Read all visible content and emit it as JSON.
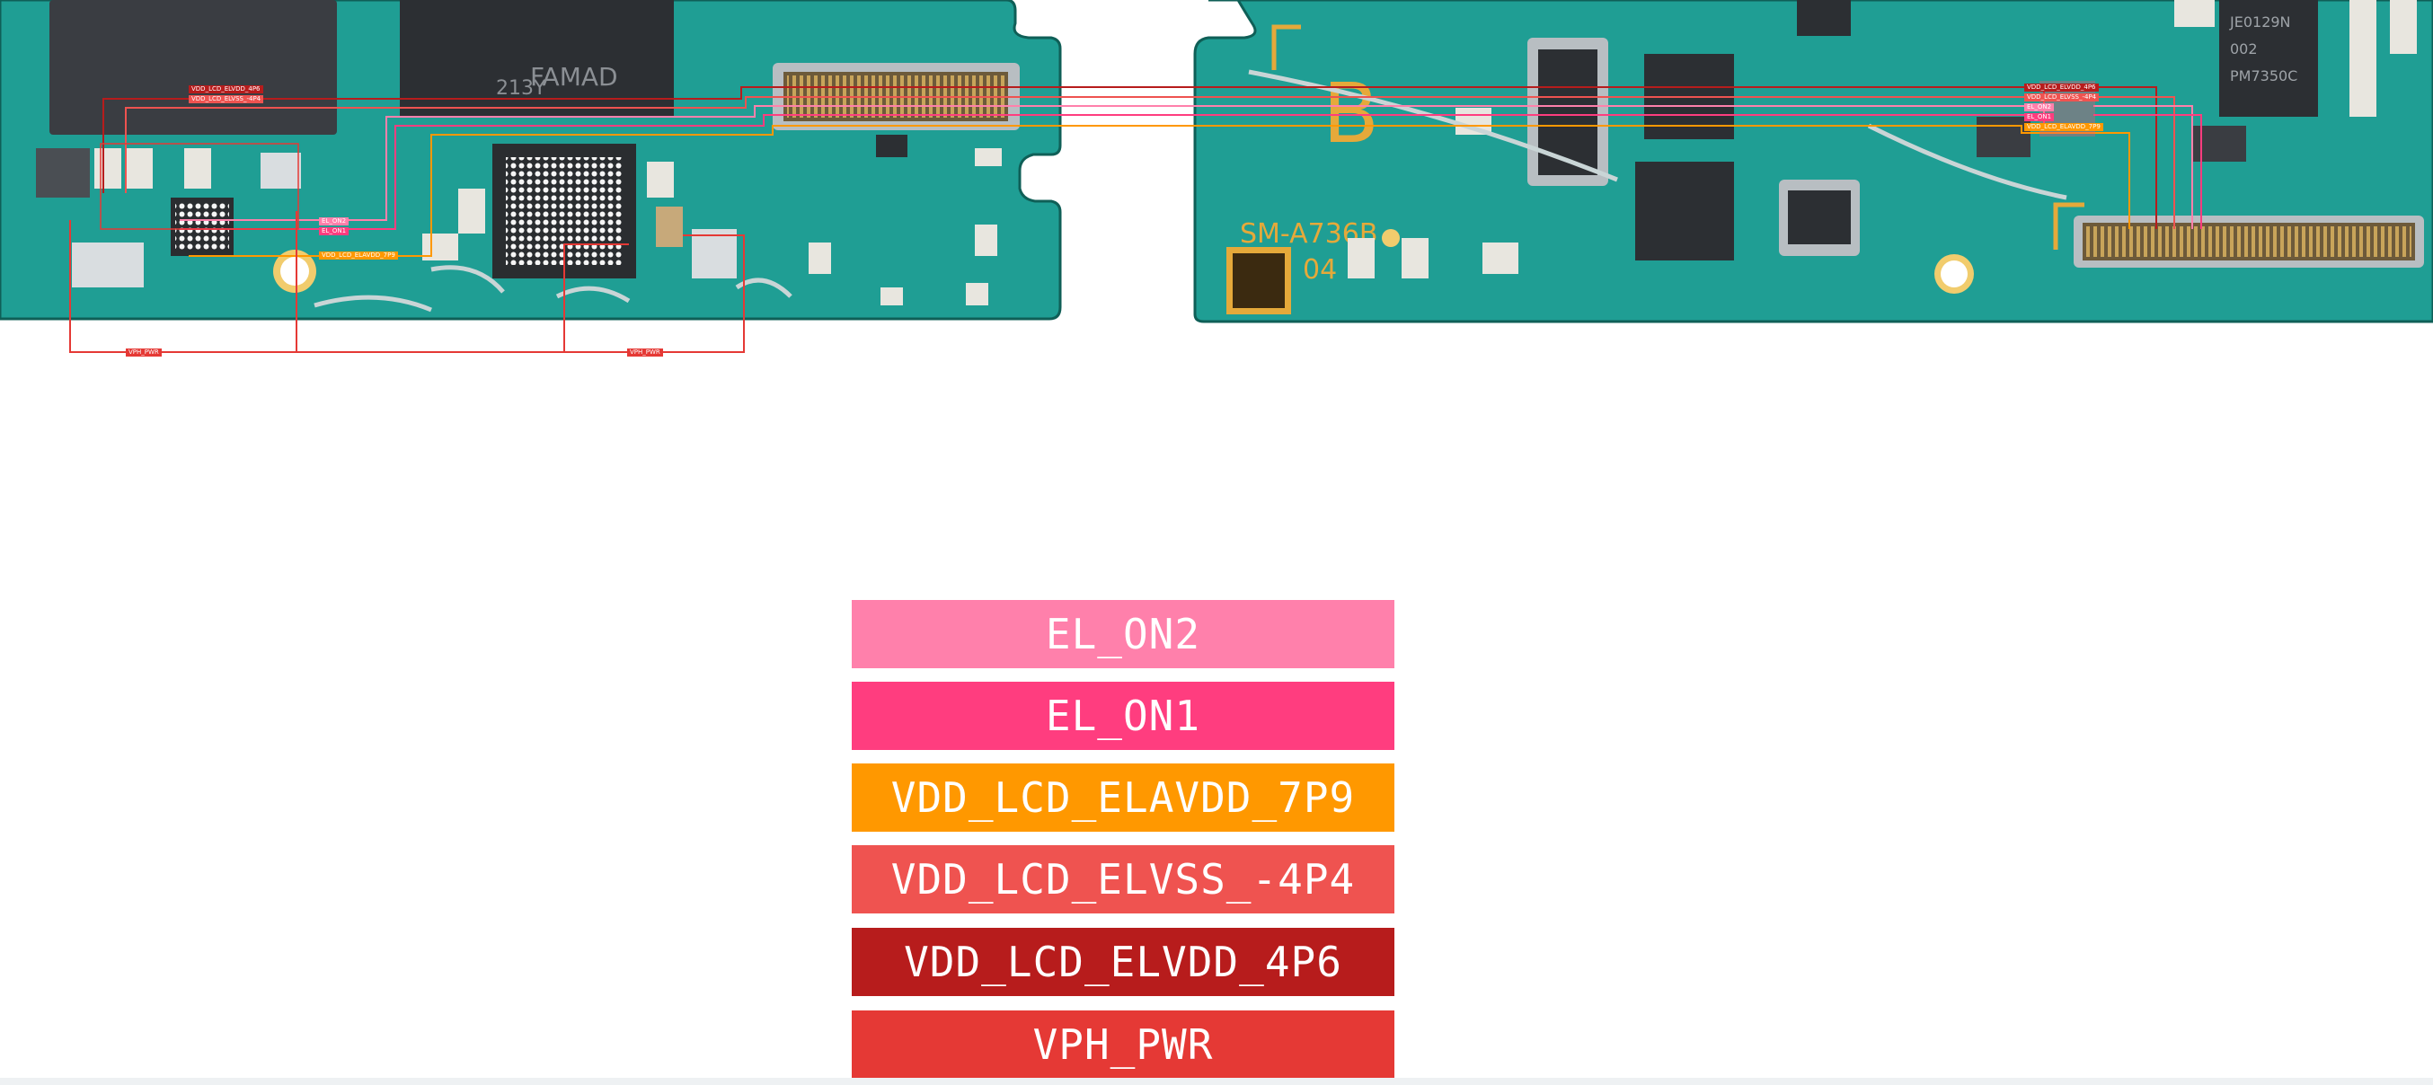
{
  "board": {
    "silkscreen_b": "B",
    "model_marking": "SM-A736B",
    "model_rev": "04",
    "chip_marking_left": "FAMAD",
    "chip_marking_left_sub": "213Y",
    "chip_marking_right": "PM7350C",
    "chip_marking_right_sub": "002",
    "chip_marking_right_code": "JE0129N",
    "colors": {
      "pcb": "#1f9e94",
      "pcb_dark": "#178076",
      "edge": "#0f5f57",
      "silkscreen": "#e5a93a"
    }
  },
  "tags": {
    "vdd_elvdd_left": "VDD_LCD_ELVDD_4P6",
    "vdd_elvss_left": "VDD_LCD_ELVSS_-4P4",
    "el_on2_left": "EL_ON2",
    "el_on1_left": "EL_ON1",
    "elavdd_left": "VDD_LCD_ELAVDD_7P9",
    "vph_pwr_1": "VPH_PWR",
    "vph_pwr_2": "VPH_PWR",
    "vdd_elvdd_right": "VDD_LCD_ELVDD_4P6",
    "vdd_elvss_right": "VDD_LCD_ELVSS_-4P4",
    "el_on2_right": "EL_ON2",
    "el_on1_right": "EL_ON1",
    "elavdd_right": "VDD_LCD_ELAVDD_7P9"
  },
  "legend": [
    {
      "label": "EL_ON2",
      "color": "#ff80ab"
    },
    {
      "label": "EL_ON1",
      "color": "#ff3d7f"
    },
    {
      "label": "VDD_LCD_ELAVDD_7P9",
      "color": "#ff9800"
    },
    {
      "label": "VDD_LCD_ELVSS_-4P4",
      "color": "#ef5350"
    },
    {
      "label": "VDD_LCD_ELVDD_4P6",
      "color": "#b71c1c"
    },
    {
      "label": "VPH_PWR",
      "color": "#e53935"
    }
  ]
}
